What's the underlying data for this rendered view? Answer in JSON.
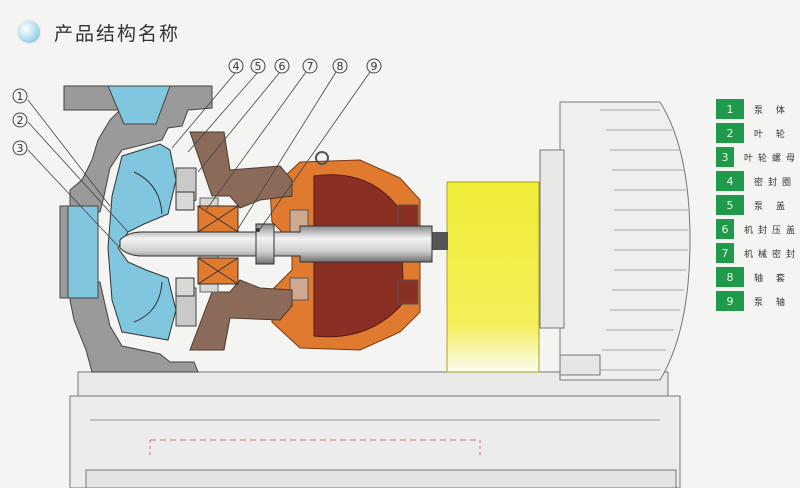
{
  "header": {
    "title": "产品结构名称",
    "bullet_icon": "blue-sphere-icon"
  },
  "colors": {
    "casing": "#9a9a9a",
    "impeller": "#7fc6de",
    "bracket": "#8c6a5a",
    "bearing_housing": "#e07a2e",
    "bearing_rotor": "#8a2f24",
    "coupling": "#f0ec36",
    "legend_green": "#1e9a4a"
  },
  "callouts": [
    "1",
    "2",
    "3",
    "4",
    "5",
    "6",
    "7",
    "8",
    "9"
  ],
  "legend": [
    {
      "num": "1",
      "label": "泵 体"
    },
    {
      "num": "2",
      "label": "叶 轮"
    },
    {
      "num": "3",
      "label": "叶轮螺母"
    },
    {
      "num": "4",
      "label": "密封圈"
    },
    {
      "num": "5",
      "label": "泵 盖"
    },
    {
      "num": "6",
      "label": "机封压盖"
    },
    {
      "num": "7",
      "label": "机械密封"
    },
    {
      "num": "8",
      "label": "轴 套"
    },
    {
      "num": "9",
      "label": "泵 轴"
    }
  ]
}
